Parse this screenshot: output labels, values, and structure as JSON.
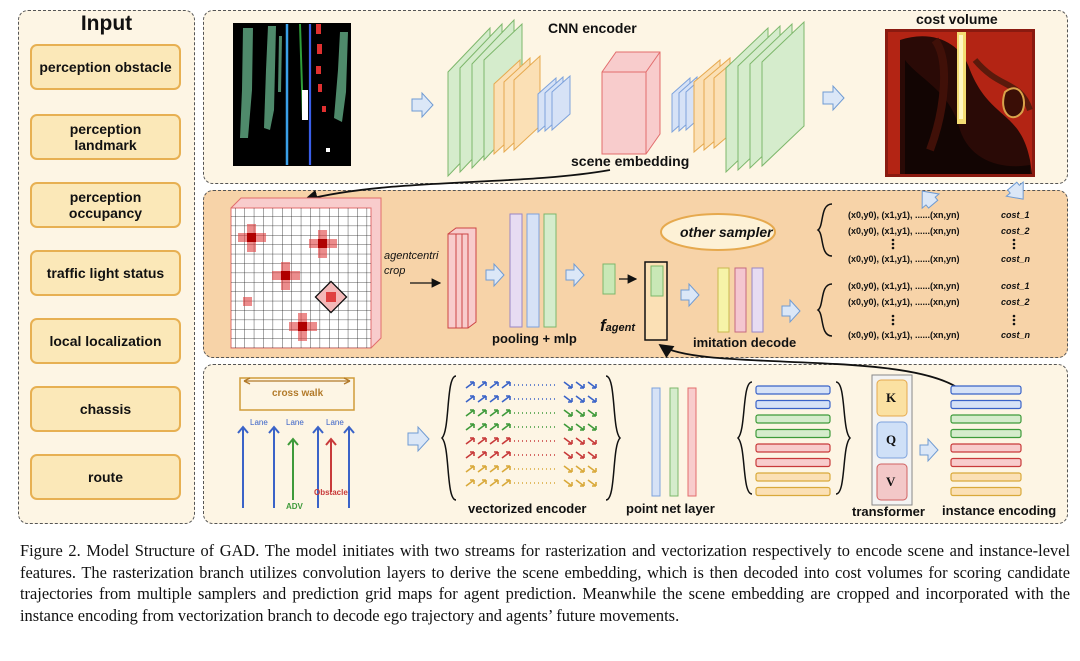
{
  "input_panel": {
    "title": "Input",
    "items": [
      "perception obstacle",
      "perception landmark",
      "perception occupancy",
      "traffic light status",
      "local localization",
      "chassis",
      "route"
    ]
  },
  "raster_stream": {
    "encoder_label": "CNN encoder",
    "embedding_label": "scene embedding",
    "cost_volume_label": "cost volume"
  },
  "agent_stream": {
    "crop_label_line1": "agentcentri",
    "crop_label_line2": "crop",
    "pooling_label": "pooling + mlp",
    "fagent_main": "f",
    "fagent_sub": "agent",
    "other_sampler_label": "other sampler",
    "imitation_label": "imitation decode",
    "traj_rows_top": [
      "(x0,y0), (x1,y1), ......(xn,yn)",
      "(x0,y0), (x1,y1), ......(xn,yn)",
      "(x0,y0), (x1,y1), ......(xn,yn)"
    ],
    "traj_rows_bottom": [
      "(x0,y0), (x1,y1), ......(xn,yn)",
      "(x0,y0), (x1,y1), ......(xn,yn)",
      "(x0,y0), (x1,y1), ......(xn,yn)"
    ],
    "costs_top": [
      "cost_1",
      "cost_2",
      "cost_n"
    ],
    "costs_bottom": [
      "cost_1",
      "cost_2",
      "cost_n"
    ]
  },
  "vector_stream": {
    "crosswalk_label": "cross walk",
    "lane_labels": [
      "Lane",
      "Lane",
      "Lane"
    ],
    "adv_label": "ADV",
    "obstacle_label": "Obstacle",
    "vectorized_label": "vectorized encoder",
    "pointnet_label": "point net layer",
    "transformer_label": "transformer",
    "kqv": [
      "K",
      "Q",
      "V"
    ],
    "instance_label": "instance encoding"
  },
  "caption": "Figure 2. Model Structure of GAD. The model initiates with two streams for rasterization and vectorization respectively to encode scene and instance-level features. The rasterization branch utilizes convolution layers to derive the scene embedding, which is then decoded into cost volumes for scoring candidate trajectories from multiple samplers and prediction grid maps for agent prediction. Meanwhile the scene embedding are cropped and incorporated with the instance encoding from vectorization branch to decode ego trajectory and agents’ future movements.",
  "colors": {
    "panel_bg": "#fdf5e4",
    "middle_panel_bg": "#f7d3a8",
    "input_box_fill": "#fbe8b8",
    "input_box_border": "#e7b052",
    "conv_green": "#d5eccc",
    "conv_orange": "#fbe0b5",
    "conv_blue": "#d6e2f6",
    "embedding_pink": "#f8cccc",
    "arrow_blue": "#dbe7f7"
  }
}
